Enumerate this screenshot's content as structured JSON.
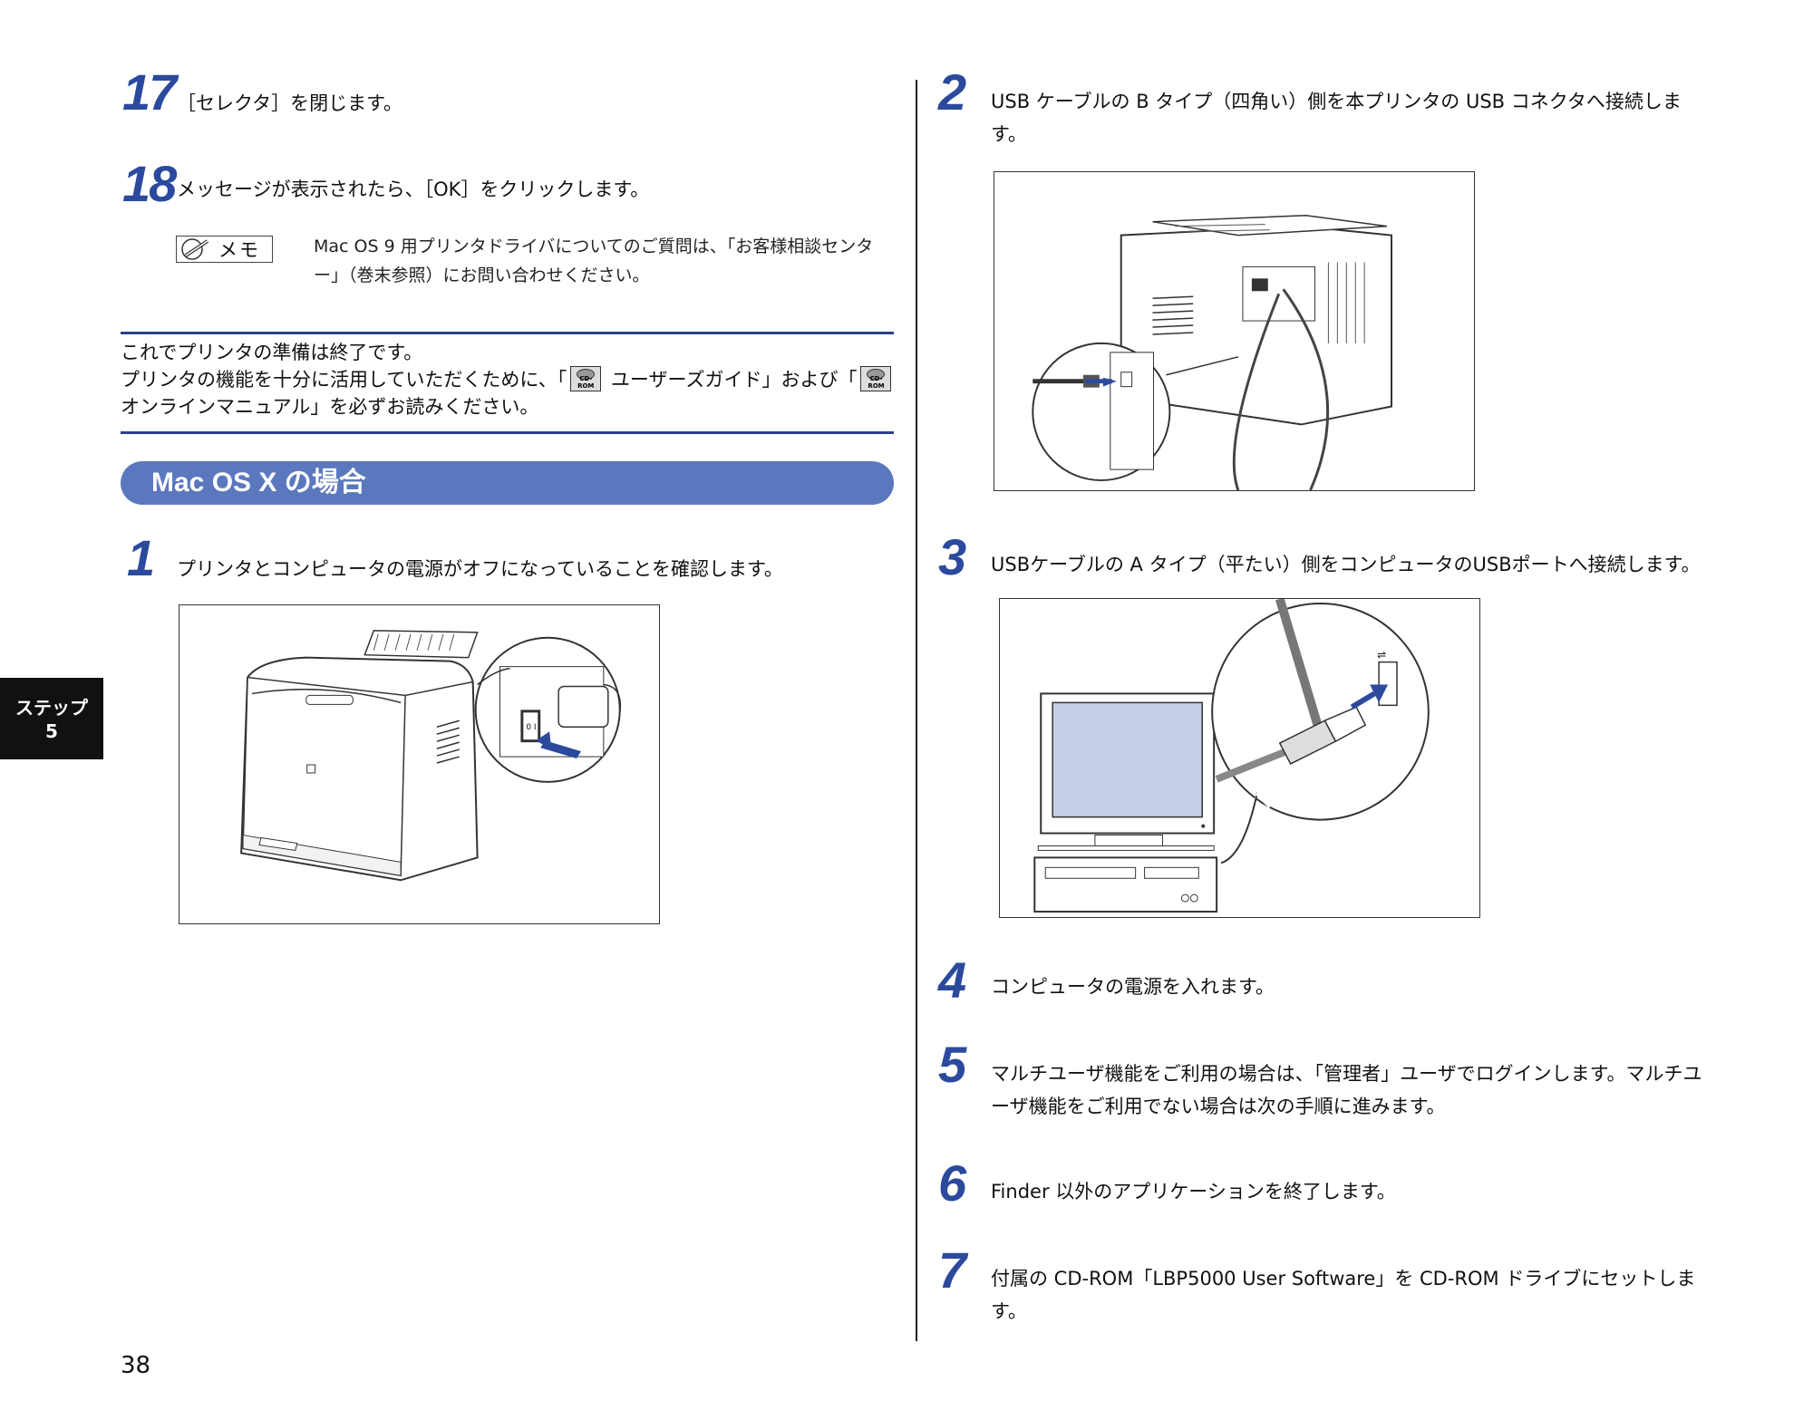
{
  "left_column": {
    "step17": {
      "number": "17",
      "text": "［セレクタ］を閉じます。"
    },
    "step18": {
      "number": "18",
      "text": "メッセージが表示されたら、［OK］をクリックします。"
    },
    "memo": {
      "label": "メモ",
      "text": "Mac OS 9 用プリンタドライバについてのご質問は、「お客様相談センター」（巻末参照）にお問い合わせください。"
    },
    "summary": {
      "line1": "これでプリンタの準備は終了です。",
      "line2_before": "プリンタの機能を十分に活用していただくために、「",
      "line2_guide": " ユーザーズガイド」および「",
      "line3": "オンラインマニュアル」を必ずお読みください。",
      "cd_label": "CD-ROM"
    },
    "section_title": "Mac OS X の場合",
    "step1": {
      "number": "1",
      "text": "プリンタとコンピュータの電源がオフになっていることを確認します。"
    }
  },
  "right_column": {
    "step2": {
      "number": "2",
      "text": "USB ケーブルの B タイプ（四角い）側を本プリンタの USB コネクタへ接続します。"
    },
    "step3": {
      "number": "3",
      "text": "USBケーブルの A タイプ（平たい）側をコンピュータのUSBポートへ接続します。"
    },
    "step4": {
      "number": "4",
      "text": "コンピュータの電源を入れます。"
    },
    "step5": {
      "number": "5",
      "text": "マルチユーザ機能をご利用の場合は、「管理者」ユーザでログインします。マルチユーザ機能をご利用でない場合は次の手順に進みます。"
    },
    "step6": {
      "number": "6",
      "text": "Finder 以外のアプリケーションを終了します。"
    },
    "step7": {
      "number": "7",
      "text": "付属の CD-ROM「LBP5000 User Software」を CD-ROM ドライブにセットします。"
    }
  },
  "side_tab": {
    "line1": "ステップ",
    "line2": "5"
  },
  "page_number": "38",
  "colors": {
    "accent": "#2b4a9e",
    "section_bar": "#5b78bf",
    "rule": "#2b3f8a",
    "screen": "#c6cde6"
  }
}
